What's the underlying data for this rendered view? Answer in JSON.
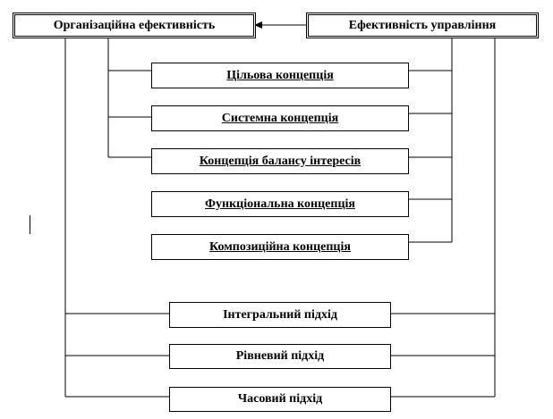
{
  "top_boxes": {
    "org_efficiency": "Організаційна ефективність",
    "mgmt_efficiency": "Ефективність управління"
  },
  "concepts": [
    "Цільова концепція",
    "Системна концепція",
    "Концепція балансу інтересів",
    "Функціональна концепція",
    "Композиційна концепція"
  ],
  "approaches": [
    "Інтегральний підхід",
    "Рівневий підхід",
    "Часовий підхід"
  ]
}
